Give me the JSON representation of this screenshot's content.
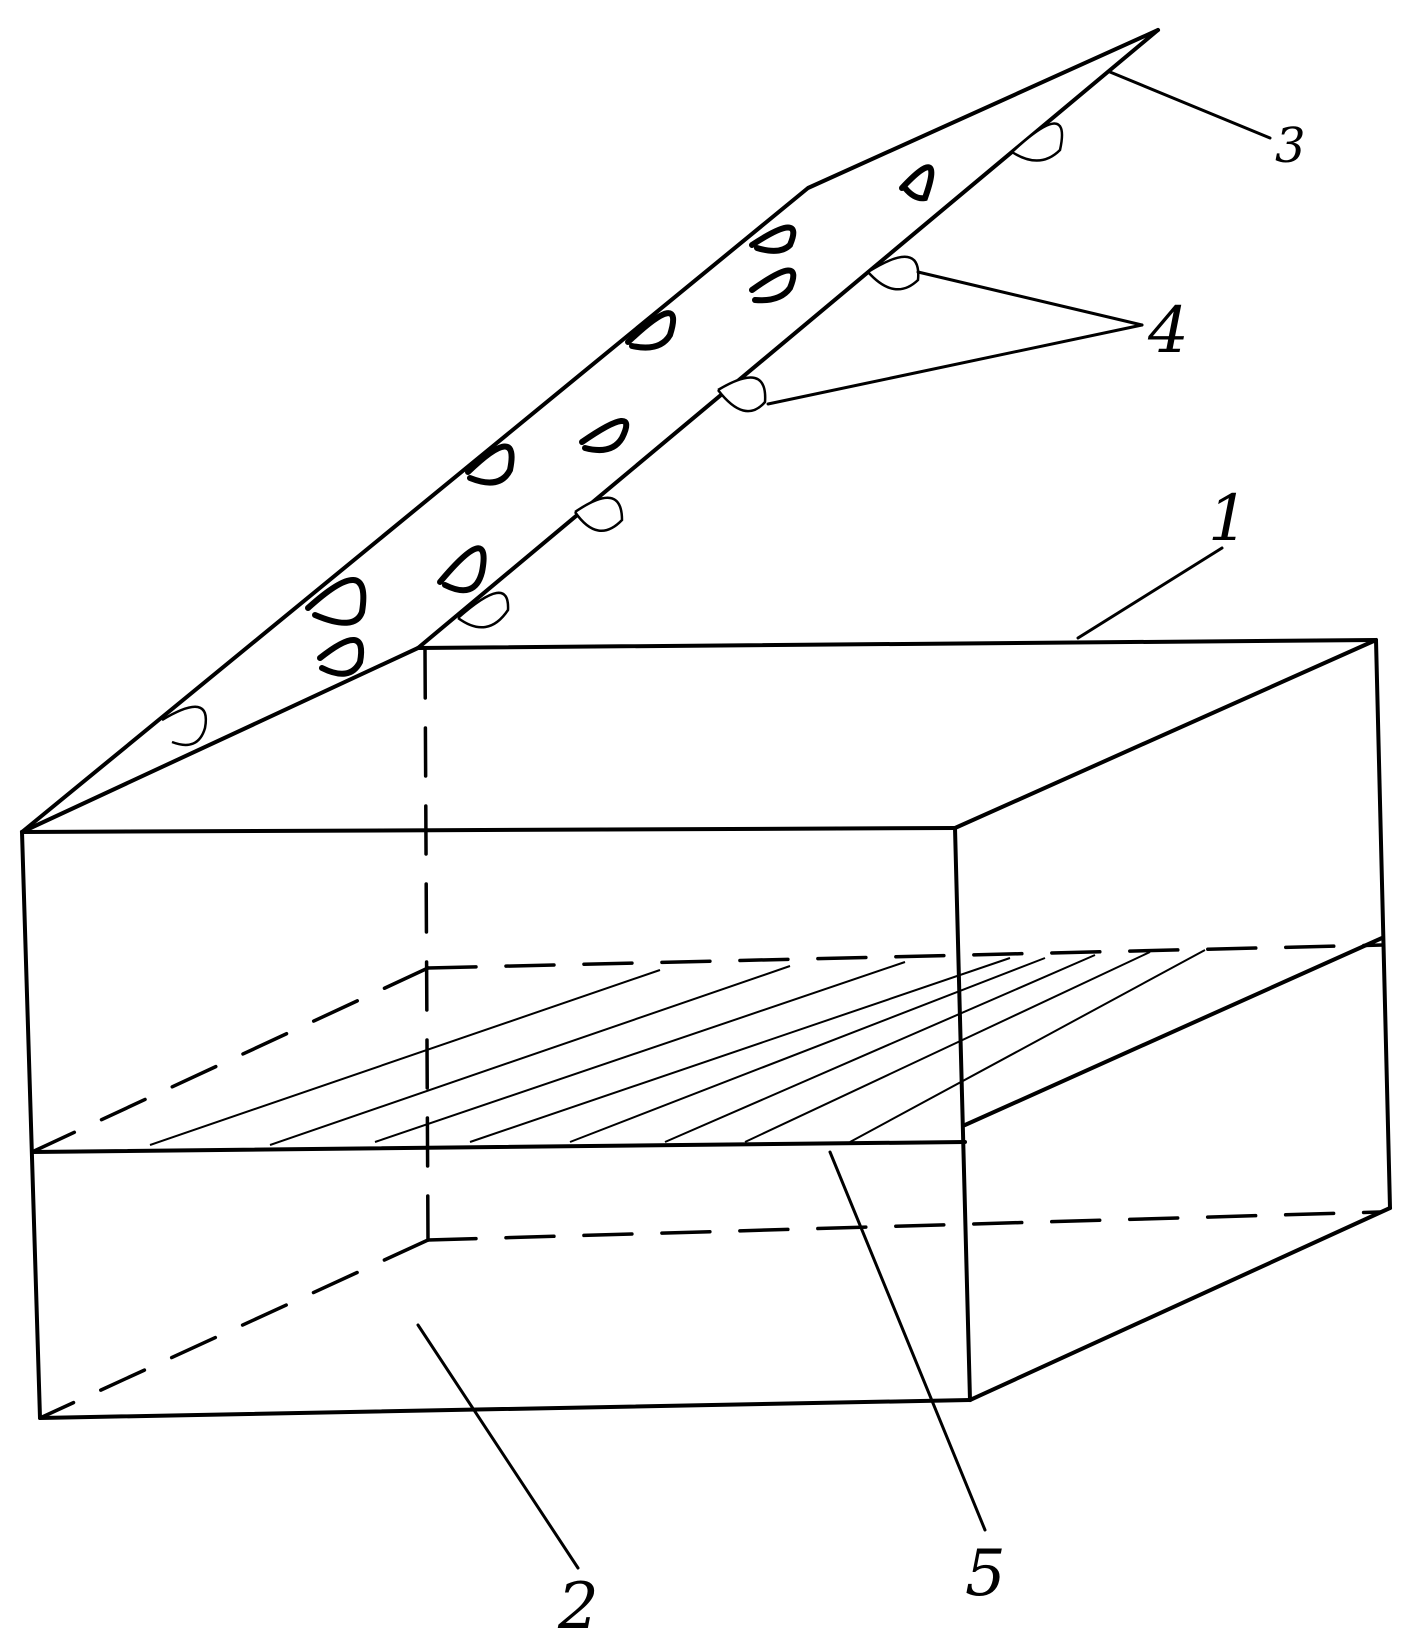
{
  "figure": {
    "labels": {
      "box": "1",
      "bottom_chamber": "2",
      "lid": "3",
      "protrusions": "4",
      "partition": "5"
    },
    "colors": {
      "ink": "#000000",
      "paper": "#ffffff"
    }
  }
}
